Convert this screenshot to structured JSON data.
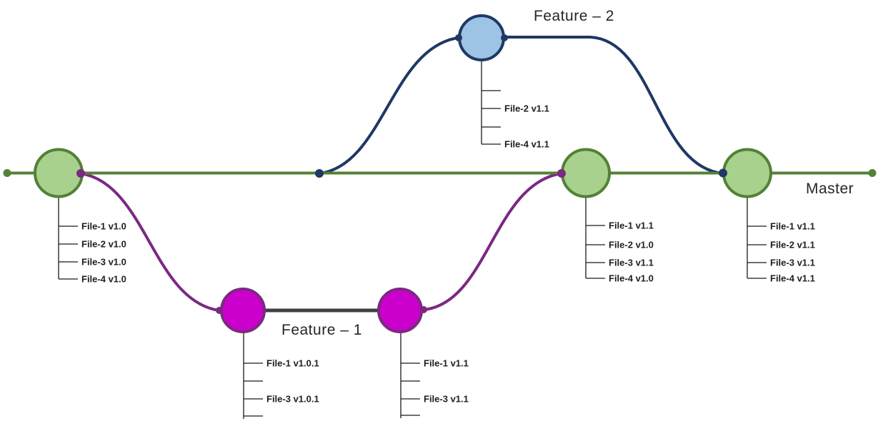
{
  "diagram": {
    "type": "git-branching-diagram",
    "background": "#ffffff"
  },
  "branches": {
    "master": {
      "label": "Master",
      "line_color": "#538135",
      "node_fill": "#a9d18e"
    },
    "feature1": {
      "label": "Feature – 1",
      "line_color": "#7b2982",
      "node_fill": "#cc00cc",
      "connector_color": "#404040"
    },
    "feature2": {
      "label": "Feature – 2",
      "line_color": "#1f3864",
      "node_fill": "#9dc3e6"
    }
  },
  "commits": [
    {
      "id": "master-commit-1",
      "branch": "master",
      "files": [
        "File-1 v1.0",
        "File-2 v1.0",
        "File-3 v1.0",
        "File-4 v1.0"
      ]
    },
    {
      "id": "feature2-commit-1",
      "branch": "feature2",
      "files": [
        "",
        "File-2 v1.1",
        "",
        "File-4 v1.1"
      ]
    },
    {
      "id": "feature1-commit-1",
      "branch": "feature1",
      "files": [
        "File-1 v1.0.1",
        "",
        "File-3 v1.0.1",
        ""
      ]
    },
    {
      "id": "feature1-commit-2",
      "branch": "feature1",
      "files": [
        "File-1 v1.1",
        "",
        "File-3 v1.1",
        ""
      ]
    },
    {
      "id": "master-commit-2",
      "branch": "master",
      "files": [
        "File-1 v1.1",
        "File-2 v1.0",
        "File-3 v1.1",
        "File-4 v1.0"
      ]
    },
    {
      "id": "master-commit-3",
      "branch": "master",
      "files": [
        "File-1 v1.1",
        "File-2 v1.1",
        "File-3 v1.1",
        "File-4 v1.1"
      ]
    }
  ],
  "colors": {
    "tick_line": "#1a1a1a",
    "label_text": "#1f1f1f",
    "branch_label_text": "#262626"
  }
}
